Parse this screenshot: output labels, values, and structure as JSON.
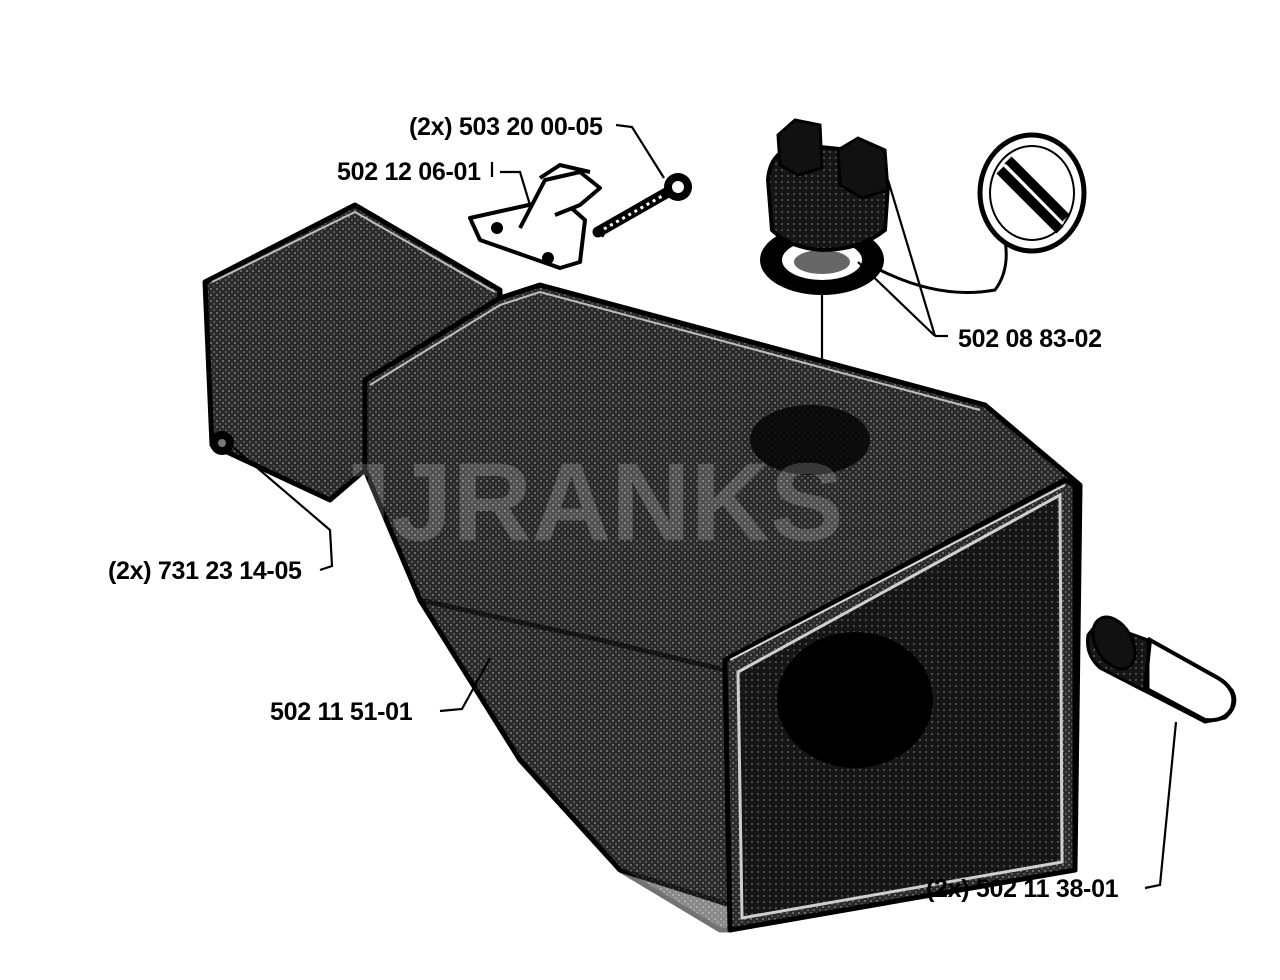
{
  "colors": {
    "ink": "#000000",
    "paper": "#ffffff",
    "mesh": "#262626",
    "watermark": "#e2e2e2"
  },
  "parts": [
    {
      "id": "bolt",
      "label": "(2x) 503 20 00-05",
      "icon": "bolt-icon"
    },
    {
      "id": "bracket",
      "label": "502 12 06-01",
      "icon": "bracket-icon"
    },
    {
      "id": "fuel-cap",
      "label": "502 08 83-02",
      "icon": "fuel-cap-icon"
    },
    {
      "id": "nut",
      "label": "(2x) 731 23 14-05",
      "icon": "nut-icon"
    },
    {
      "id": "tank",
      "label": "502 11 51-01",
      "icon": "fuel-tank-icon"
    },
    {
      "id": "damper",
      "label": "(2x) 502 11 38-01",
      "icon": "damper-icon"
    }
  ]
}
